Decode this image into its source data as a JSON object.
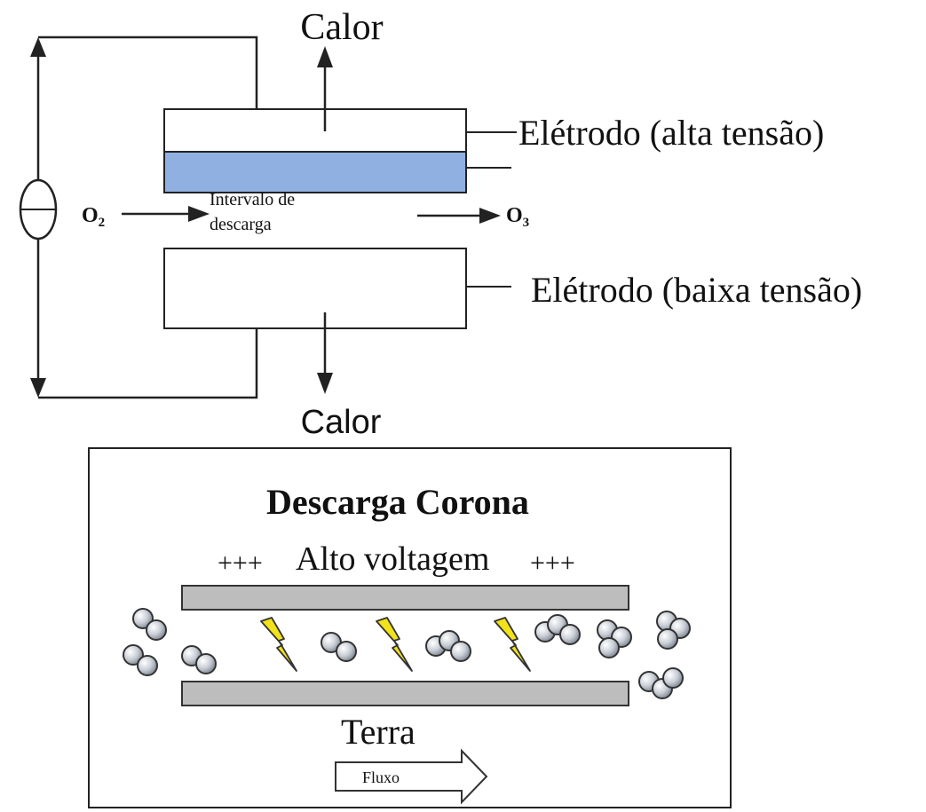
{
  "top_diagram": {
    "heat_top_label": "Calor",
    "heat_bottom_label": "Calor",
    "electrode_high_label": "Elétrodo (alta tensão)",
    "electrode_low_label": "Elétrodo (baixa tensão)",
    "gap_label_line1": "Intervalo de",
    "gap_label_line2": "descarga",
    "input_gas_symbol": "O",
    "input_gas_subscript": "2",
    "output_gas_symbol": "O",
    "output_gas_subscript": "3",
    "dielectric_color": "#8fb0e0"
  },
  "bottom_diagram": {
    "title": "Descarga Corona",
    "plus_left": "+++",
    "high_voltage_label": "Alto voltagem",
    "plus_right": "+++",
    "ground_label": "Terra",
    "flow_label": "Fluxo",
    "plate_color": "#bdbdbd",
    "spark_color": "#f2e21a",
    "molecule_color": "#c9ced6"
  }
}
